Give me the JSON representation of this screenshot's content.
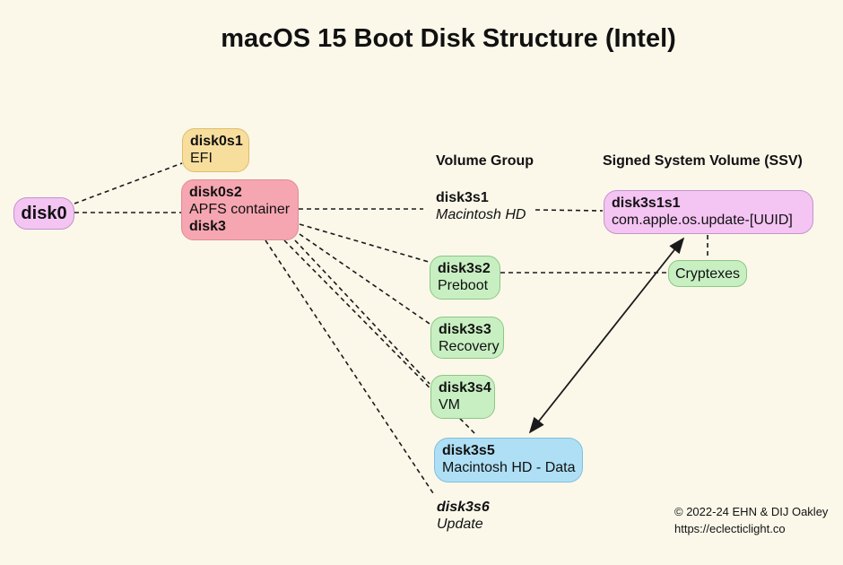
{
  "title": "macOS 15 Boot Disk Structure (Intel)",
  "column_headers": {
    "volume_group": "Volume Group",
    "ssv": "Signed System Volume (SSV)"
  },
  "nodes": {
    "disk0": {
      "name": "disk0"
    },
    "disk0s1": {
      "name": "disk0s1",
      "desc": "EFI"
    },
    "disk0s2": {
      "name": "disk0s2",
      "desc": "APFS container",
      "name2": "disk3"
    },
    "disk3s1": {
      "name": "disk3s1",
      "desc": "Macintosh HD"
    },
    "disk3s1s1": {
      "name": "disk3s1s1",
      "desc": "com.apple.os.update-[UUID]"
    },
    "disk3s2": {
      "name": "disk3s2",
      "desc": "Preboot"
    },
    "cryptexes": {
      "name": "Cryptexes"
    },
    "disk3s3": {
      "name": "disk3s3",
      "desc": "Recovery"
    },
    "disk3s4": {
      "name": "disk3s4",
      "desc": "VM"
    },
    "disk3s5": {
      "name": "disk3s5",
      "desc": "Macintosh HD - Data"
    },
    "disk3s6": {
      "name": "disk3s6",
      "desc": "Update"
    }
  },
  "footer": {
    "copyright": "© 2022-24 EHN & DIJ Oakley",
    "url": "https://eclecticlight.co"
  },
  "colors": {
    "background": "#FBF8EA",
    "purple_fill": "#F4C4F3",
    "purple_border": "#C493C9",
    "yellow_fill": "#F8DE9D",
    "yellow_border": "#DDBE6A",
    "red_fill": "#F6A6B1",
    "red_border": "#DE8C97",
    "green_fill": "#C8EFC2",
    "green_border": "#8CC784",
    "blue_fill": "#AEDFF5",
    "blue_border": "#82BFDE",
    "line": "#1a1a1a"
  }
}
